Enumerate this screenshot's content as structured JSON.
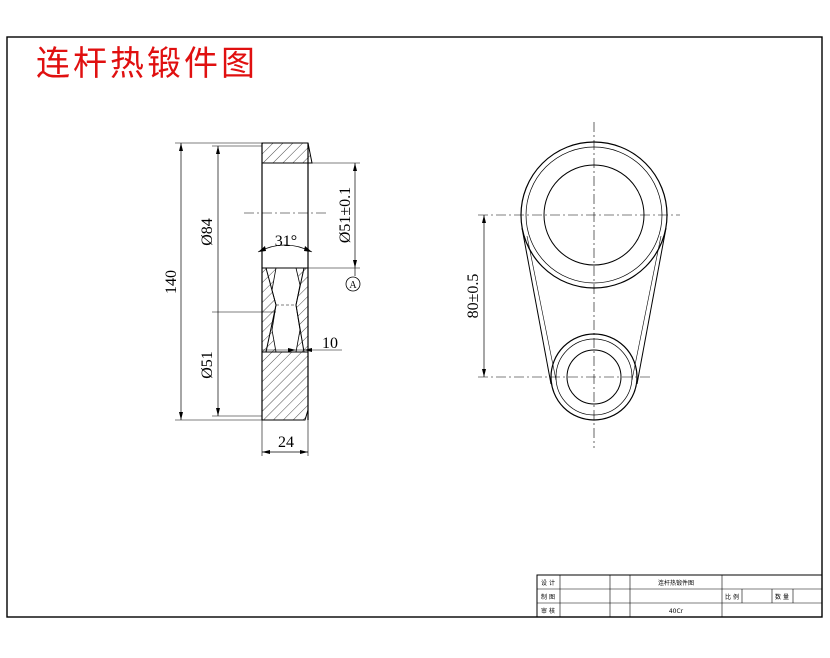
{
  "title": "连杆热锻件图",
  "corner_mark": "&nbsp;&nbsp;&nbsp;",
  "section_view": {
    "dim_total_height": "140",
    "dim_outer_diameter": "Ø84",
    "dim_lower_diameter": "Ø51",
    "dim_bore_diameter": "Ø51±0.1",
    "dim_angle": "31°",
    "dim_web_thickness": "10",
    "dim_width": "24",
    "datum_label": "A"
  },
  "plan_view": {
    "dim_center_distance": "80±0.5"
  },
  "title_block": {
    "label_design": "设 计",
    "label_drawn": "制 图",
    "label_check": "审 核",
    "drawing_name": "连杆热锻件图",
    "label_scale": "比 例",
    "label_quantity": "数 量",
    "material": "40Cr"
  }
}
